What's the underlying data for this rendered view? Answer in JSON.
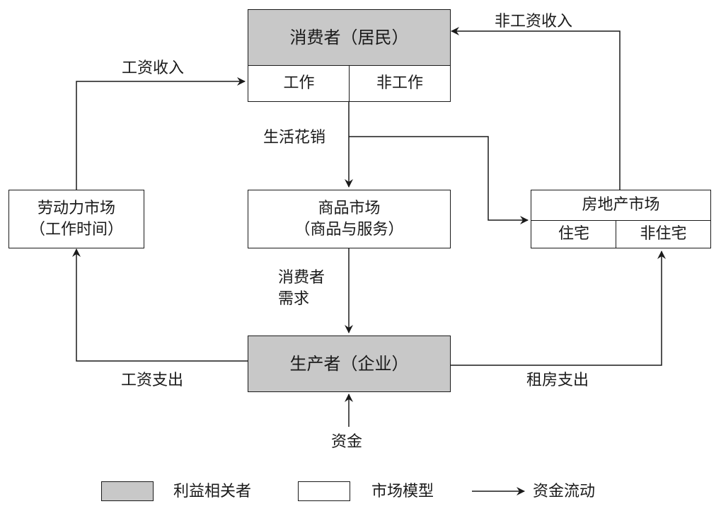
{
  "consumer": {
    "title": "消费者（居民）",
    "work": "工作",
    "nonwork": "非工作"
  },
  "labor_market": {
    "line1": "劳动力市场",
    "line2": "（工作时间）"
  },
  "goods_market": {
    "line1": "商品市场",
    "line2": "（商品与服务）"
  },
  "real_estate": {
    "title": "房地产市场",
    "residential": "住宅",
    "nonresidential": "非住宅"
  },
  "producer": {
    "title": "生产者（企业）"
  },
  "flows": {
    "wage_income": "工资收入",
    "nonwage_income": "非工资收入",
    "living_expense": "生活花销",
    "consumer_demand_1": "消费者",
    "consumer_demand_2": "需求",
    "wage_expense": "工资支出",
    "rent_expense": "租房支出",
    "capital": "资金"
  },
  "legend": {
    "stakeholder": "利益相关者",
    "market_model": "市场模型",
    "money_flow": "资金流动"
  },
  "colors": {
    "shaded": "#c8c8c8",
    "line": "#1a1a1a"
  }
}
